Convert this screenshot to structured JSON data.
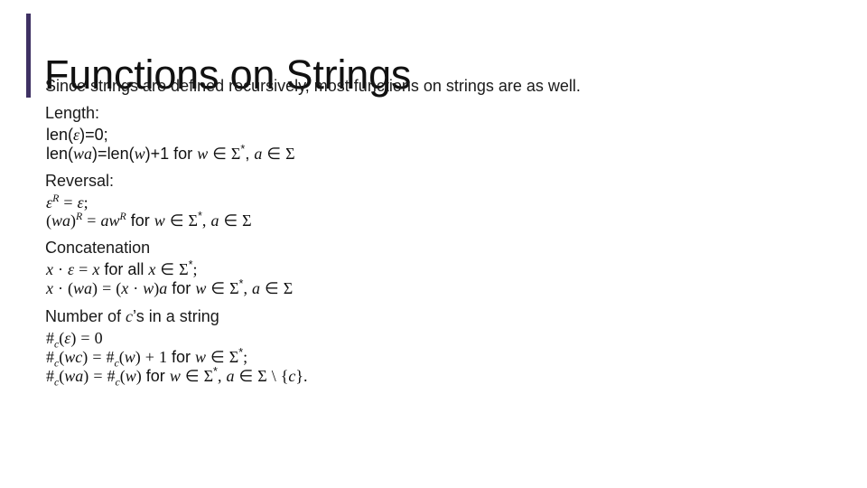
{
  "slide": {
    "title": "Functions on Strings",
    "accent_color": "#3F3163",
    "background_color": "#FFFFFF",
    "text_color": "#111111",
    "subtitle": "Since strings are defined recursively, most functions on strings are as well.",
    "sections": [
      {
        "heading": "Length:",
        "equations": [
          "len(ε)=0;",
          "len(wa)=len(w)+1 for w ∈ Σ*, a ∈ Σ"
        ]
      },
      {
        "heading": "Reversal:",
        "equations": [
          "εR = ε;",
          "(wa)R = awR for w ∈ Σ*, a ∈ Σ"
        ]
      },
      {
        "heading": "Concatenation",
        "equations": [
          "x · ε = x for all x ∈ Σ*;",
          "x · (wa) = (x · w)a for w ∈ Σ*, a ∈ Σ"
        ]
      },
      {
        "heading": "Number of c’s in a string",
        "equations": [
          "#c(ε) = 0",
          "#c(wc) = #c(w) + 1 for w ∈ Σ*;",
          "#c(wa) = #c(w) for w ∈ Σ*, a ∈ Σ \\ {c}."
        ]
      }
    ],
    "glyphs": {
      "epsilon": "ε",
      "sigma": "Σ",
      "element_of": "∈",
      "star": "*",
      "cdot": "·",
      "hash": "#",
      "setminus": "\\",
      "R": "R",
      "c": "c",
      "w": "w",
      "a": "a",
      "x": "x",
      "zero": "0",
      "one": "1",
      "plus": "+",
      "equals": "=",
      "lparen": "(",
      "rparen": ")",
      "lbrace": "{",
      "rbrace": "}",
      "comma": ",",
      "semicolon": ";",
      "period": ".",
      "colon": ":",
      "len": "len",
      "for": "for",
      "for_all": "for all"
    }
  }
}
